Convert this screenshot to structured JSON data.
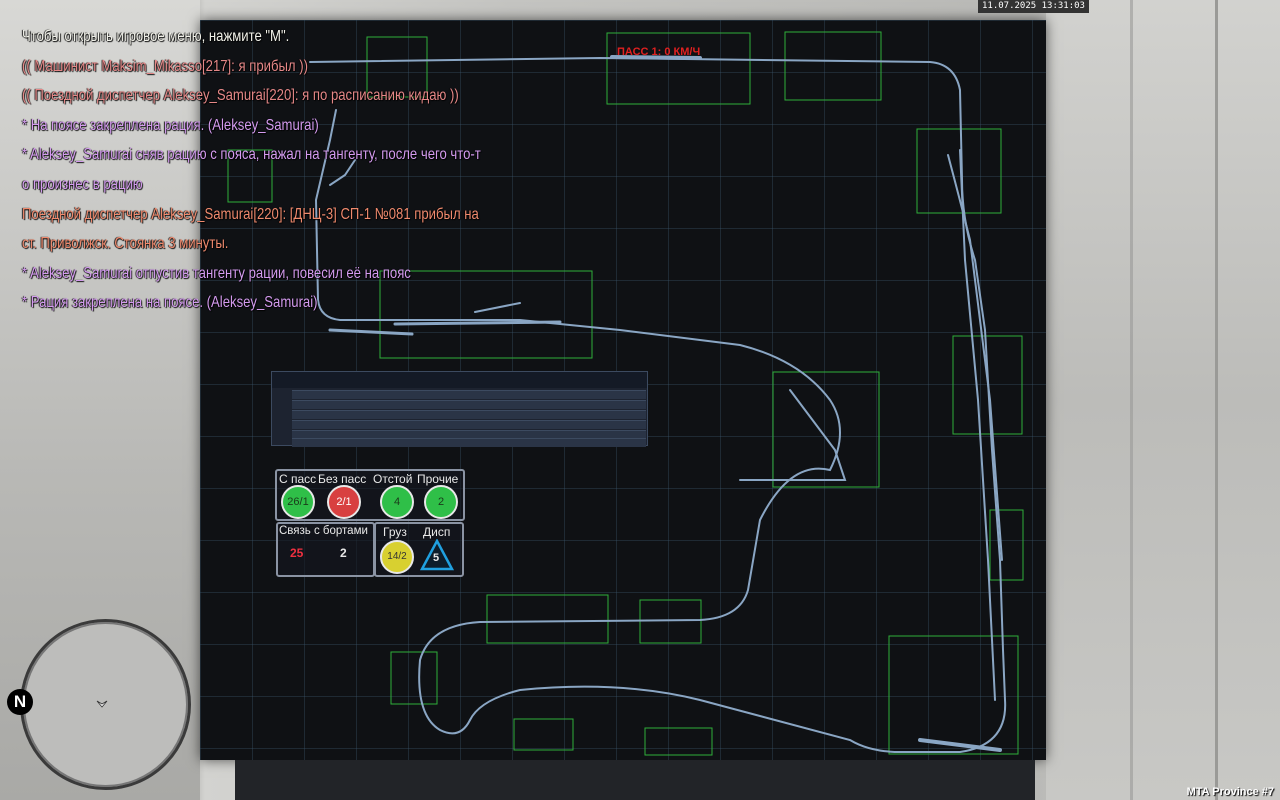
{
  "hud": {
    "clock": "11.07.2025 13:31:03",
    "server": "MTA Province #7"
  },
  "chat": [
    {
      "text": "Чтобы открыть игровое меню, нажмите \"M\".",
      "color": "#f2f2ea"
    },
    {
      "text": "(( Машинист Maksim_Mikasso[217]: я прибыл ))",
      "color": "#e58888"
    },
    {
      "text": "(( Поездной диспетчер Aleksey_Samurai[220]: я по расписанию кидаю ))",
      "color": "#e58888"
    },
    {
      "text": "* На поясе закреплена рация. (Aleksey_Samurai)",
      "color": "#d49bef"
    },
    {
      "text": "* Aleksey_Samurai сняв рацию с пояса, нажал на тангенту, после чего что-т",
      "color": "#d49bef"
    },
    {
      "text": "о произнес в рацию",
      "color": "#d49bef"
    },
    {
      "text": "Поездной диспетчер Aleksey_Samurai[220]: [ДНЦ-3] СП-1 №081 прибыл на",
      "color": "#ef8a6e"
    },
    {
      "text": " ст. Приволжск. Стоянка 3 минуты.",
      "color": "#ef8a6e"
    },
    {
      "text": "* Aleksey_Samurai отпустив тангенту рации, повесил её на пояс",
      "color": "#d49bef"
    },
    {
      "text": "* Рация закреплена на поясе. (Aleksey_Samurai)",
      "color": "#d49bef"
    }
  ],
  "board": {
    "red_label": "ПАСС 1: 0 КМ/Ч"
  },
  "status": {
    "c_pass_label": "С пасс",
    "c_pass_value": "26/1",
    "bez_pass_label": "Без пасс",
    "bez_pass_value": "2/1",
    "otstoy_label": "Отстой",
    "otstoy_value": "4",
    "prochie_label": "Прочие",
    "prochie_value": "2",
    "svyaz_label": "Связь с бортами",
    "svyaz_red": "25",
    "svyaz_white": "2",
    "gruz_label": "Груз",
    "gruz_value": "14/2",
    "disp_label": "Дисп",
    "disp_value": "5"
  },
  "minimap": {
    "north": "N",
    "player_icon": "player-arrow-icon"
  },
  "colors": {
    "board_bg": "#0f1114",
    "track": "#8aa6c4",
    "zone": "#2fae3a",
    "green_circle": "#2fbf48",
    "red_circle": "#d84040",
    "yellow_circle": "#d8d030",
    "triangle": "#20a0e0"
  }
}
